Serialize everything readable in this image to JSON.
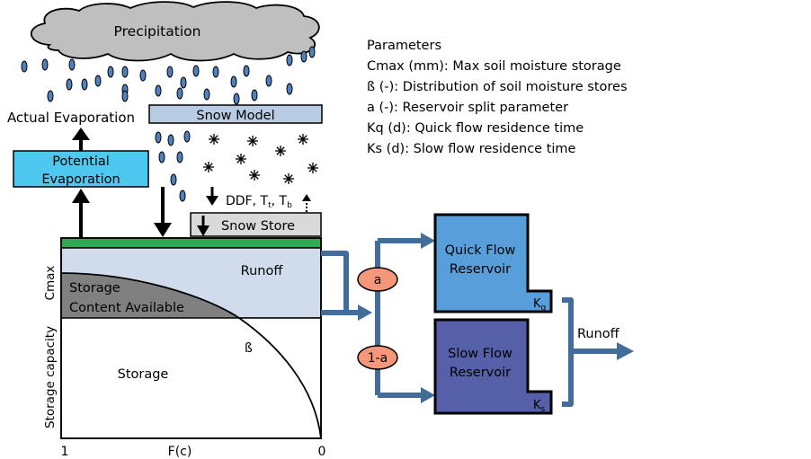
{
  "cloud": {
    "label": "Precipitation",
    "fill": "#bfbfbf"
  },
  "labels": {
    "actual_evaporation": "Actual Evaporation",
    "potential_evaporation_line1": "Potential",
    "potential_evaporation_line2": "Evaporation",
    "snow_model": "Snow Model",
    "snow_params": "DDF, T",
    "snow_param_t_sub": "t",
    "snow_param_sep": ", T",
    "snow_param_b_sub": "b",
    "snow_store": "Snow Store",
    "runoff_top": "Runoff",
    "storage_content_line1": "Storage",
    "storage_content_line2": "Content Available",
    "beta": "ß",
    "storage": "Storage",
    "axis_cmax": "Cmax",
    "axis_storage_capacity": "Storage capacity",
    "axis_x_left": "1",
    "axis_x_mid": "F(c)",
    "axis_x_right": "0",
    "split_a": "a",
    "split_1_minus_a": "1-a",
    "quick_flow_line1": "Quick Flow",
    "quick_flow_line2": "Reservoir",
    "kq": "K",
    "kq_sub": "q",
    "slow_flow_line1": "Slow Flow",
    "slow_flow_line2": "Reservoir",
    "ks": "K",
    "ks_sub": "s",
    "runoff_out": "Runoff"
  },
  "parameters": {
    "title": "Parameters",
    "items": [
      "Cmax (mm): Max soil moisture storage",
      "ß (-): Distribution of soil moisture stores",
      "a (-): Reservoir split parameter",
      "Kq (d): Quick flow residence time",
      "Ks (d): Slow flow residence time"
    ]
  },
  "colors": {
    "drop": "#4f81bd",
    "snow_model_fill": "#b8cce4",
    "potential_evap_fill": "#4fc8ef",
    "snow_store_fill": "#d9d9d9",
    "surface_green": "#33a852",
    "runoff_zone": "#d0dcec",
    "storage_content": "#808080",
    "flow_arrow": "#426c9a",
    "split_oval": "#f4977a",
    "quick_reservoir": "#569fdb",
    "slow_reservoir": "#5560a8"
  }
}
